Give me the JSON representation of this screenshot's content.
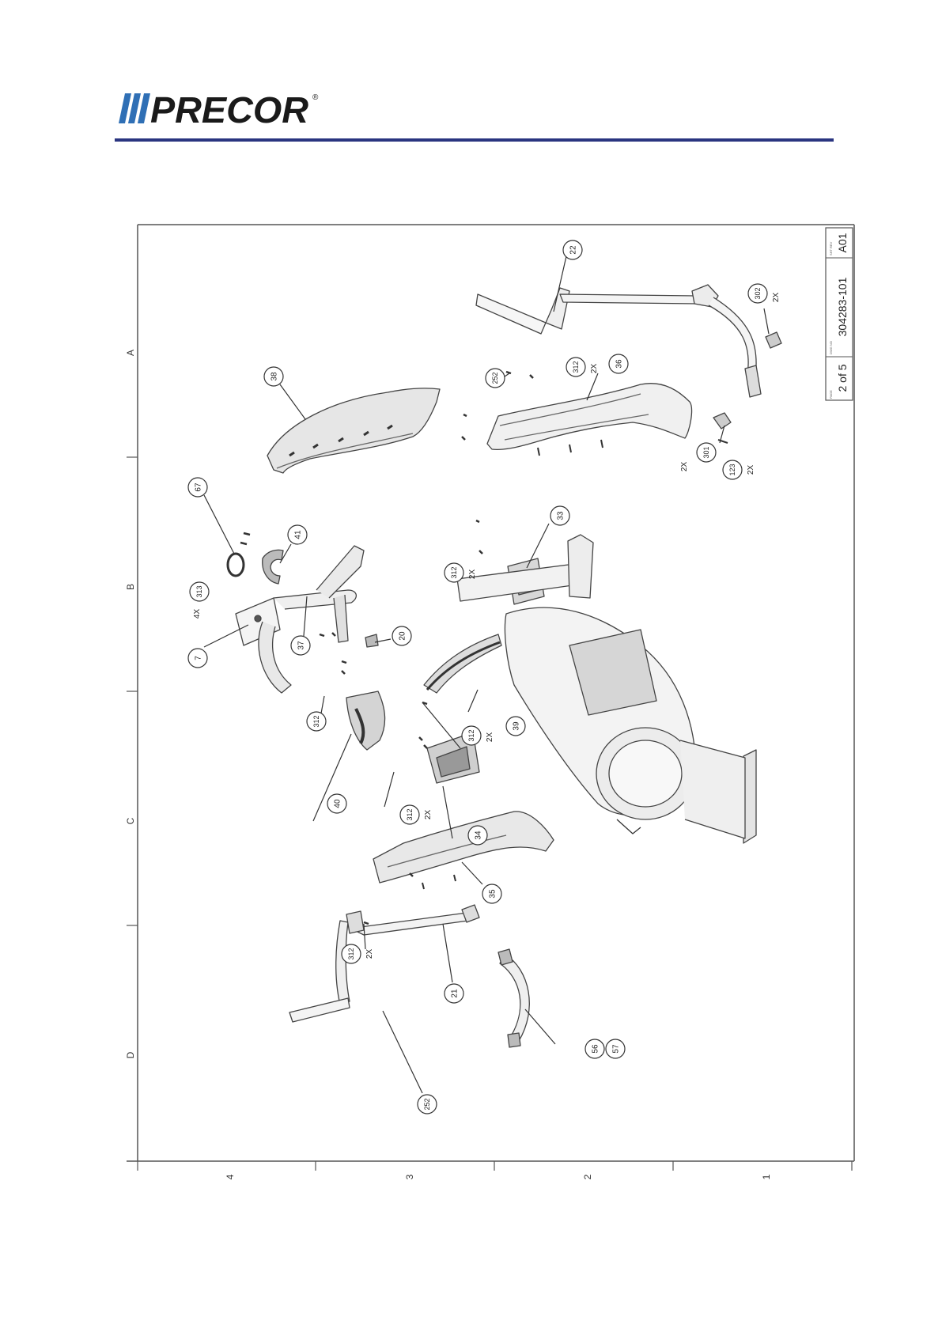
{
  "header": {
    "brand": "PRECOR",
    "registered_mark": "®",
    "rule_color": "#2a3580",
    "brand_color": "#1a1a1a",
    "stripe_color": "#2f6fb5"
  },
  "drawing": {
    "title_block": {
      "page_field_label": "PAGE",
      "page_value": "2 of 5",
      "drawing_field_label": "DWG NO",
      "drawing_number": "304283-101",
      "revision_field_label": "SHT REV",
      "revision": "A01"
    },
    "zones": {
      "rows": [
        "A",
        "B",
        "C",
        "D"
      ],
      "columns": [
        "4",
        "3",
        "2",
        "1"
      ]
    },
    "callouts": [
      {
        "id": "c22",
        "label": "22",
        "qty": ""
      },
      {
        "id": "c302",
        "label": "302",
        "qty": "2X"
      },
      {
        "id": "c252a",
        "label": "252",
        "qty": ""
      },
      {
        "id": "c312a",
        "label": "312",
        "qty": "2X"
      },
      {
        "id": "c36",
        "label": "36",
        "qty": ""
      },
      {
        "id": "c38",
        "label": "38",
        "qty": ""
      },
      {
        "id": "c301",
        "label": "301",
        "qty": "2X"
      },
      {
        "id": "c123",
        "label": "123",
        "qty": "2X"
      },
      {
        "id": "c67",
        "label": "67",
        "qty": ""
      },
      {
        "id": "c41",
        "label": "41",
        "qty": ""
      },
      {
        "id": "c313",
        "label": "313",
        "qty": "4X"
      },
      {
        "id": "c33",
        "label": "33",
        "qty": ""
      },
      {
        "id": "c312b",
        "label": "312",
        "qty": "2X"
      },
      {
        "id": "c7",
        "label": "7",
        "qty": ""
      },
      {
        "id": "c37",
        "label": "37",
        "qty": ""
      },
      {
        "id": "c20",
        "label": "20",
        "qty": ""
      },
      {
        "id": "c312c",
        "label": "312",
        "qty": ""
      },
      {
        "id": "c312d",
        "label": "312",
        "qty": "2X"
      },
      {
        "id": "c39",
        "label": "39",
        "qty": ""
      },
      {
        "id": "c40",
        "label": "40",
        "qty": ""
      },
      {
        "id": "c312e",
        "label": "312",
        "qty": "2X"
      },
      {
        "id": "c34",
        "label": "34",
        "qty": ""
      },
      {
        "id": "c35",
        "label": "35",
        "qty": ""
      },
      {
        "id": "c312f",
        "label": "312",
        "qty": "2X"
      },
      {
        "id": "c21",
        "label": "21",
        "qty": ""
      },
      {
        "id": "c56",
        "label": "56",
        "qty": ""
      },
      {
        "id": "c57",
        "label": "57",
        "qty": ""
      },
      {
        "id": "c252b",
        "label": "252",
        "qty": ""
      }
    ]
  }
}
